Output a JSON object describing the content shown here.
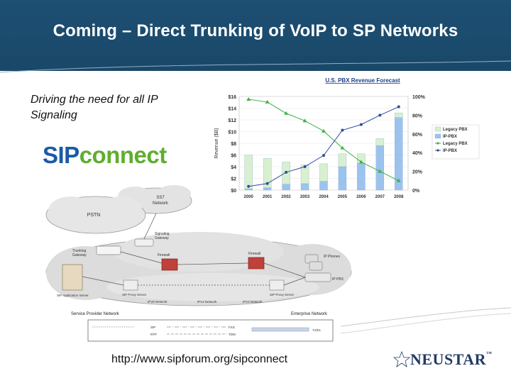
{
  "slide": {
    "title": "Coming – Direct Trunking of VoIP to SP Networks",
    "subtitle": "Driving the need for all IP Signaling",
    "logo_sip": "SIP",
    "logo_connect": "connect",
    "url": "http://www.sipforum.org/sipconnect",
    "company_logo": "NEUSTAR",
    "company_logo_tm": "™"
  },
  "chart_data": {
    "type": "bar",
    "title": "U.S. PBX Revenue Forecast",
    "ylabel": "Revenue ($B)",
    "categories": [
      "2000",
      "2001",
      "2002",
      "2003",
      "2004",
      "2005",
      "2006",
      "2007",
      "2008"
    ],
    "ylim": [
      0,
      16
    ],
    "y_ticks": [
      "$0",
      "$2",
      "$4",
      "$6",
      "$8",
      "$10",
      "$12",
      "$14",
      "$16"
    ],
    "y2lim": [
      0,
      100
    ],
    "y2_ticks": [
      "0%",
      "20%",
      "40%",
      "60%",
      "80%",
      "100%"
    ],
    "series": [
      {
        "name": "Legacy PBX",
        "kind": "bar",
        "stack": "revenue",
        "color": "#d8f0d0",
        "values": [
          5.8,
          5.0,
          3.8,
          3.2,
          3.0,
          2.2,
          1.6,
          1.2,
          0.8
        ]
      },
      {
        "name": "IP-PBX",
        "kind": "bar",
        "stack": "revenue",
        "color": "#9cc3ee",
        "values": [
          0.2,
          0.4,
          1.0,
          1.1,
          1.5,
          4.0,
          4.6,
          7.6,
          12.4
        ]
      },
      {
        "name": "Legacy PBX",
        "kind": "line",
        "axis": "right",
        "color": "#3fb04a",
        "marker": "triangle",
        "values": [
          97,
          94,
          82,
          74,
          63,
          45,
          30,
          20,
          10
        ]
      },
      {
        "name": "IP-PBX",
        "kind": "line",
        "axis": "right",
        "color": "#2e4da0",
        "marker": "circle",
        "values": [
          4,
          7,
          19,
          25,
          37,
          64,
          70,
          80,
          89
        ]
      }
    ],
    "legend_position": "right"
  },
  "diagram": {
    "labels": {
      "ss7": "SS7\nNetwork",
      "pstn": "PSTN",
      "signaling_gateway": "Signaling\nGateway",
      "trunking_gateway": "Trunking\nGateway",
      "firewall_left": "Firewall",
      "firewall_right": "Firewall",
      "ip_phones": "IP Phones",
      "ip_pbx": "IP PBX",
      "app_server": "SIP Application Server",
      "proxy_left": "SIP Proxy Server",
      "proxy_right": "SIP Proxy Server",
      "ipv6_network": "IPV6 Network",
      "ipv4_network_left": "IPV4 Network",
      "ipv4_network_right": "IPV4 Network",
      "sp_network": "Service Provider Network",
      "ent_network": "Enterprise Network"
    },
    "legend": [
      "SIP",
      "RTP",
      "FXS",
      "TDM",
      "T1/E1"
    ]
  },
  "colors": {
    "title_bar": "#1d4f73",
    "title_text": "#ffffff",
    "neustar_blue": "#223a66",
    "sip_blue": "#1a5aa8",
    "connect_green": "#5fae2e"
  }
}
